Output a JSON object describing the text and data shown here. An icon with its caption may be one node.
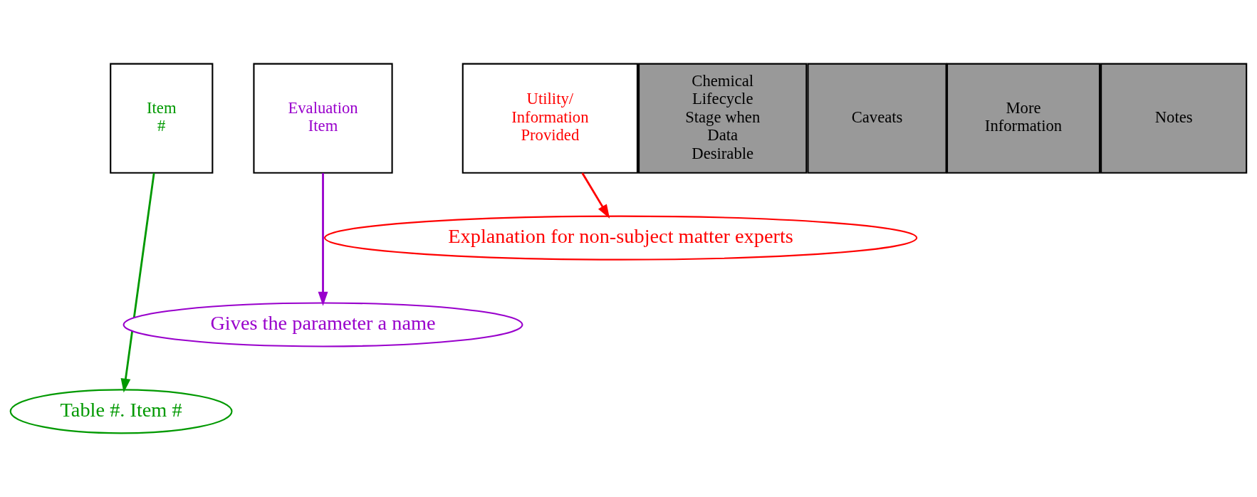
{
  "diagram": {
    "nodes": [
      {
        "text": [
          "Item #"
        ]
      },
      {
        "text": [
          "Evaluation Item"
        ]
      },
      {
        "text": [
          "Utility/ Information Provided"
        ]
      },
      {
        "text": [
          "Chemical Lifecycle Stage when Data Desirable"
        ]
      },
      {
        "text": [
          "Caveats"
        ]
      },
      {
        "text": [
          "More Information"
        ]
      },
      {
        "text": [
          "Notes"
        ]
      },
      {
        "text": [
          "Explanation for non-subject matter experts"
        ]
      },
      {
        "text": [
          "Gives the parameter a name"
        ]
      },
      {
        "text": [
          "Table #. Item #"
        ]
      }
    ],
    "edges": [
      {
        "from": 0,
        "to": 9,
        "arrow": "to",
        "color": "#009900"
      },
      {
        "from": 1,
        "to": 8,
        "arrow": "to",
        "color": "#9900cc"
      },
      {
        "from": 2,
        "to": 7,
        "arrow": "to",
        "color": "#ff0000"
      }
    ]
  }
}
